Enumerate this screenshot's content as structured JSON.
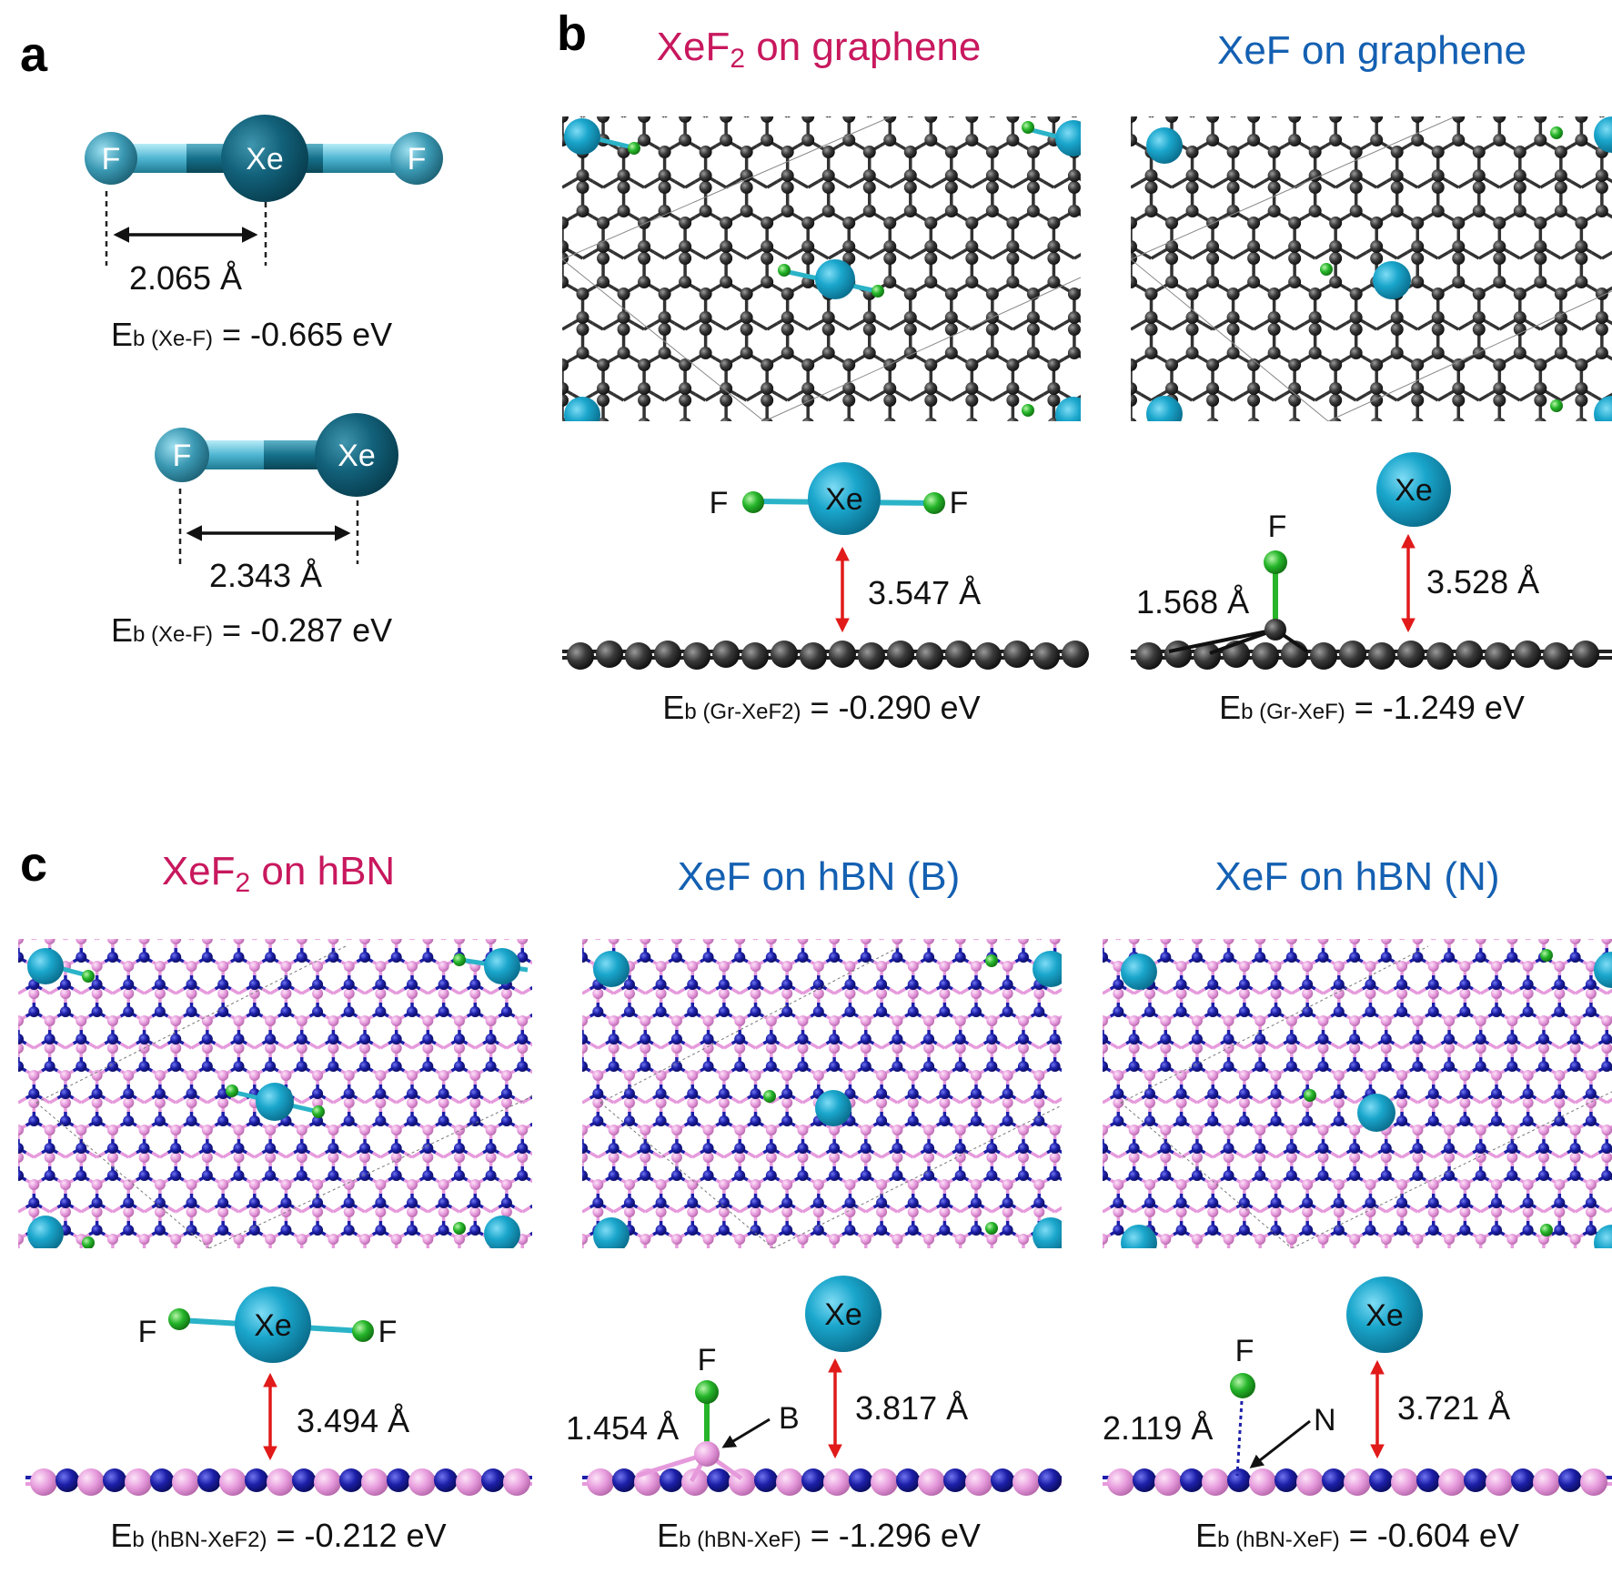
{
  "colors": {
    "xe": "#1a9fc4",
    "xe_dark": "#0e5f76",
    "f_iso": "#3e9bb5",
    "f_green": "#27b42a",
    "carbon": "#3a3a3a",
    "boron": "#e69adc",
    "nitrogen": "#1c1fa8",
    "magenta_title": "#c8185e",
    "blue_title": "#1460b2",
    "arrow_red": "#e11a1a"
  },
  "panel_a": {
    "letter": "a",
    "xef2": {
      "f_left": "F",
      "xe": "Xe",
      "f_right": "F",
      "distance": "2.065 Å",
      "eb_main": "E",
      "eb_sub": "b (Xe-F)",
      "eb_value": " = -0.665 eV"
    },
    "xef": {
      "f": "F",
      "xe": "Xe",
      "distance": "2.343 Å",
      "eb_main": "E",
      "eb_sub": "b (Xe-F)",
      "eb_value": " = -0.287 eV"
    }
  },
  "panel_b": {
    "letter": "b",
    "left": {
      "title_main": "XeF",
      "title_sub": "2",
      "title_rest": " on graphene",
      "side": {
        "f_left": "F",
        "xe": "Xe",
        "f_right": "F",
        "distance": "3.547 Å"
      },
      "eb_main": "E",
      "eb_sub": "b (Gr-XeF2)",
      "eb_value": " = -0.290 eV"
    },
    "right": {
      "title": "XeF on graphene",
      "side": {
        "xe": "Xe",
        "f": "F",
        "bond": "1.568 Å",
        "distance": "3.528 Å"
      },
      "eb_main": "E",
      "eb_sub": "b (Gr-XeF)",
      "eb_value": " = -1.249 eV"
    }
  },
  "panel_c": {
    "letter": "c",
    "left": {
      "title_main": "XeF",
      "title_sub": "2",
      "title_rest": " on hBN",
      "side": {
        "f_left": "F",
        "xe": "Xe",
        "f_right": "F",
        "distance": "3.494 Å"
      },
      "eb_main": "E",
      "eb_sub": "b (hBN-XeF2)",
      "eb_value": " = -0.212 eV"
    },
    "middle": {
      "title": "XeF on hBN (B)",
      "side": {
        "xe": "Xe",
        "f": "F",
        "bond": "1.454 Å",
        "site": "B",
        "distance": "3.817 Å"
      },
      "eb_main": "E",
      "eb_sub": "b (hBN-XeF)",
      "eb_value": " = -1.296 eV"
    },
    "right": {
      "title": "XeF on hBN (N)",
      "side": {
        "xe": "Xe",
        "f": "F",
        "bond": "2.119 Å",
        "site": "N",
        "distance": "3.721 Å"
      },
      "eb_main": "E",
      "eb_sub": "b (hBN-XeF)",
      "eb_value": " = -0.604 eV"
    }
  }
}
